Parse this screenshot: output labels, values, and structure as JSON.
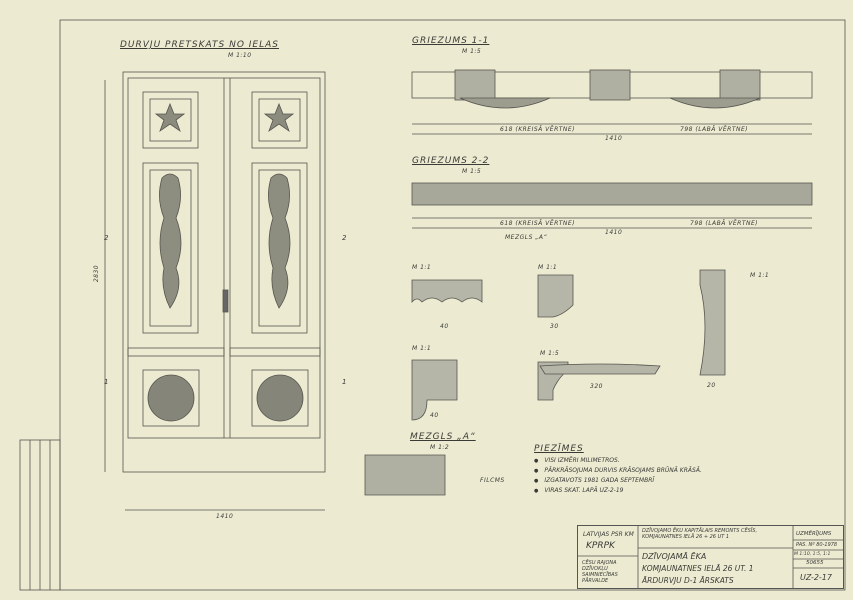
{
  "views": {
    "elevation": {
      "title": "DURVJU PRETSKATS NO IELAS",
      "scale": "M 1:10",
      "height_dim": "2830",
      "width_dim": "1410",
      "section_mark_1": "1",
      "section_mark_2": "2"
    },
    "section_1": {
      "title": "GRIEZUMS 1-1",
      "scale": "M 1:5",
      "total_dim": "1410",
      "left_dim": "618 (KREISĀ VĒRTNE)",
      "right_dim": "798 (LABĀ VĒRTNE)"
    },
    "section_2": {
      "title": "GRIEZUMS 2-2",
      "scale": "M 1:5",
      "total_dim": "1410",
      "left_dim": "618 (KREISĀ VĒRTNE)",
      "right_dim": "798 (LABĀ VĒRTNE)",
      "node_ref": "MEZGLS „A“"
    },
    "node_a": {
      "title": "MEZGLS „A“",
      "scale": "M 1:2",
      "label": "FILCMS"
    },
    "details": [
      {
        "scale": "M 1:1",
        "dim": "40"
      },
      {
        "scale": "M 1:1",
        "dim": "30"
      },
      {
        "scale": "M 1:1",
        "dim": "20"
      },
      {
        "scale": "M 1:1",
        "dim": "40"
      },
      {
        "scale": "M 1:5",
        "dim": "320"
      }
    ]
  },
  "notes": {
    "title": "PIEZĪMES",
    "items": [
      "VISI IZMĒRI MILIMETROS.",
      "PĀRKRĀSOJUMA DURVIS KRĀSOJAMS BRŪNĀ KRĀSĀ.",
      "IZGATAVOTS 1981 GADA SEPTEMBRĪ",
      "VIRAS SKAT. LAPĀ UZ-2-19"
    ]
  },
  "title_block": {
    "org": "LATVIJAS PSR KM",
    "org_code": "KPRPK",
    "client": "CĒSU RAJONA DZĪVOKĻU SAIMNIECĪBAS PĀRVALDE",
    "project": "DZĪVOJAMO ĒKU KAPITĀLAIS REMONTS CĒSĪS, KOMJAUNATNES IELĀ 26 + 26 UT 1",
    "object": "DZĪVOJAMĀ ĒKA",
    "address": "KOMJAUNATNES IELĀ 26 UT. 1",
    "sheet_title": "ĀRDURVJU D-1 ĀRSKATS",
    "stage": "UZMĒRĪJUMS",
    "order_no": "PAS. Nº 80-1978",
    "scale": "M 1:10, 1:5, 1:1",
    "inv_no": "50655",
    "sheet_no": "UZ-2-17"
  }
}
